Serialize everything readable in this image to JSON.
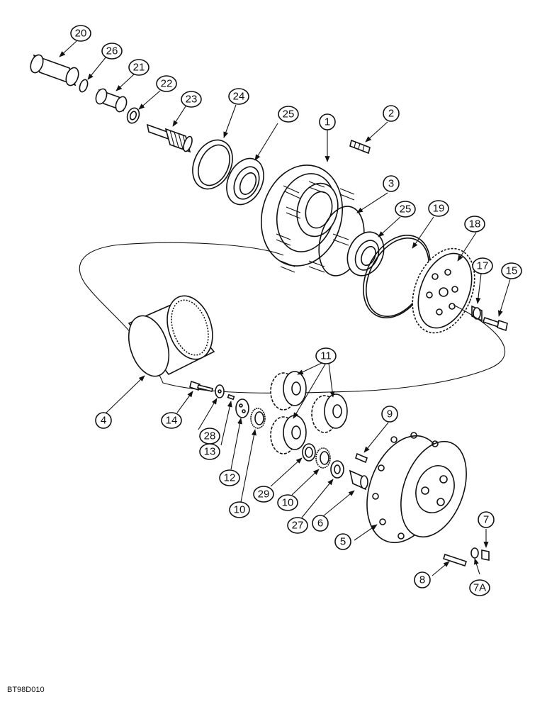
{
  "figure": {
    "reference_code": "BT98D010",
    "callouts": [
      "20",
      "26",
      "21",
      "22",
      "23",
      "24",
      "25",
      "1",
      "2",
      "3",
      "25",
      "19",
      "18",
      "17",
      "15",
      "4",
      "11",
      "14",
      "28",
      "13",
      "12",
      "10",
      "29",
      "10",
      "27",
      "6",
      "9",
      "5",
      "8",
      "7",
      "7A"
    ]
  }
}
